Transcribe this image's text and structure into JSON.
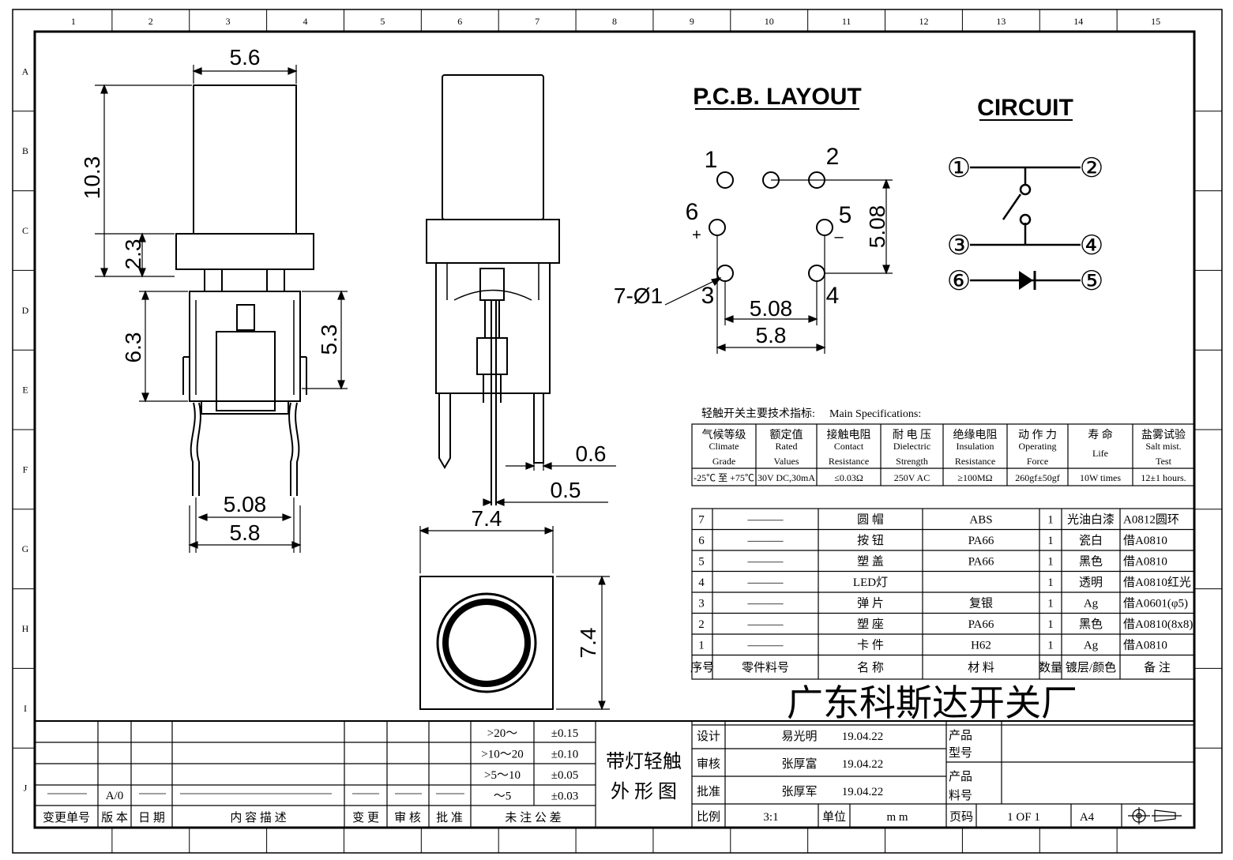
{
  "border": {
    "top_numbers": [
      "1",
      "2",
      "3",
      "4",
      "5",
      "6",
      "7",
      "8",
      "9",
      "10",
      "11",
      "12",
      "13",
      "14",
      "15"
    ],
    "side_letters": [
      "A",
      "B",
      "C",
      "D",
      "E",
      "F",
      "G",
      "H",
      "I",
      "J"
    ]
  },
  "front_view": {
    "dim_width_top": "5.6",
    "dim_cap_height": "10.3",
    "dim_ring_height": "2.3",
    "dim_body_height": "6.3",
    "dim_body_inner": "5.3",
    "dim_pin_spacing": "5.08",
    "dim_pin_outer": "5.8"
  },
  "side_view": {
    "dim_pin_w1": "0.6",
    "dim_pin_w2": "0.5"
  },
  "top_view": {
    "dim_width": "7.4",
    "dim_height": "7.4"
  },
  "pcb_layout": {
    "title": "P.C.B. LAYOUT",
    "pins": [
      "1",
      "2",
      "6",
      "5",
      "3",
      "4"
    ],
    "plus": "+",
    "minus": "–",
    "hole_label": "7-Ø1",
    "dim_vertical": "5.08",
    "dim_inner": "5.08",
    "dim_outer": "5.8"
  },
  "circuit": {
    "title": "CIRCUIT",
    "nodes": [
      "①",
      "②",
      "③",
      "④",
      "⑥",
      "⑤"
    ]
  },
  "specs": {
    "heading_cn": "轻触开关主要技术指标:",
    "heading_en": "Main Specifications:",
    "columns": [
      {
        "cn": "气候等级",
        "en1": "Climate",
        "en2": "Grade",
        "value": "-25℃ 至 +75℃"
      },
      {
        "cn": "额定值",
        "en1": "Rated",
        "en2": "Values",
        "value": "30V DC,30mA"
      },
      {
        "cn": "接触电阻",
        "en1": "Contact",
        "en2": "Resistance",
        "value": "≤0.03Ω"
      },
      {
        "cn": "耐 电 压",
        "en1": "Dielectric",
        "en2": "Strength",
        "value": "250V AC"
      },
      {
        "cn": "绝缘电阻",
        "en1": "Insulation",
        "en2": "Resistance",
        "value": "≥100MΩ"
      },
      {
        "cn": "动 作 力",
        "en1": "Operating",
        "en2": "Force",
        "value": "260gf±50gf"
      },
      {
        "cn": "寿    命",
        "en1": "Life",
        "en2": "",
        "value": "10W times"
      },
      {
        "cn": "盐雾试验",
        "en1": "Salt mist.",
        "en2": "Test",
        "value": "12±1 hours."
      }
    ]
  },
  "bom": {
    "rows": [
      {
        "no": "7",
        "part": "———",
        "name": "圆  帽",
        "material": "ABS",
        "qty": "1",
        "finish": "光油白漆",
        "note": "A0812圆环"
      },
      {
        "no": "6",
        "part": "———",
        "name": "按  钮",
        "material": "PA66",
        "qty": "1",
        "finish": "瓷白",
        "note": "借A0810"
      },
      {
        "no": "5",
        "part": "———",
        "name": "塑  盖",
        "material": "PA66",
        "qty": "1",
        "finish": "黑色",
        "note": "借A0810"
      },
      {
        "no": "4",
        "part": "———",
        "name": "LED灯",
        "material": "",
        "qty": "1",
        "finish": "透明",
        "note": "借A0810红光"
      },
      {
        "no": "3",
        "part": "———",
        "name": "弹  片",
        "material": "复银",
        "qty": "1",
        "finish": "Ag",
        "note": "借A0601(φ5)"
      },
      {
        "no": "2",
        "part": "———",
        "name": "塑  座",
        "material": "PA66",
        "qty": "1",
        "finish": "黑色",
        "note": "借A0810(8x8)"
      },
      {
        "no": "1",
        "part": "———",
        "name": "卡  件",
        "material": "H62",
        "qty": "1",
        "finish": "Ag",
        "note": "借A0810"
      }
    ],
    "header": {
      "no": "序号",
      "part": "零件料号",
      "name": "名  称",
      "material": "材  料",
      "qty": "数量",
      "finish": "镀层/颜色",
      "note": "备  注"
    }
  },
  "company": "广东科斯达开关厂",
  "title_block": {
    "design_label": "设计",
    "design_name": "易光明",
    "design_date": "19.04.22",
    "review_label": "审核",
    "review_name": "张厚富",
    "review_date": "19.04.22",
    "approve_label": "批准",
    "approve_name": "张厚军",
    "approve_date": "19.04.22",
    "model_label": "产品型号",
    "partno_label": "产品料号",
    "scale_label": "比例",
    "scale": "3:1",
    "unit_label": "单位",
    "unit": "m m",
    "page_label": "页码",
    "page": "1 OF 1",
    "size": "A4",
    "product_name_1": "带灯轻触",
    "product_name_2": "外 形 图"
  },
  "tolerances": [
    {
      "range": ">20～",
      "tol": "±0.15"
    },
    {
      "range": ">10～20",
      "tol": "±0.10"
    },
    {
      "range": ">5～10",
      "tol": "±0.05"
    },
    {
      "range": "～5",
      "tol": "±0.03"
    }
  ],
  "tolerance_caption": "未 注 公 差",
  "revision": {
    "labels": [
      "变更单号",
      "版 本",
      "日 期",
      "内 容 描 述",
      "变 更",
      "审 核",
      "批 准"
    ],
    "version": "A/0"
  }
}
